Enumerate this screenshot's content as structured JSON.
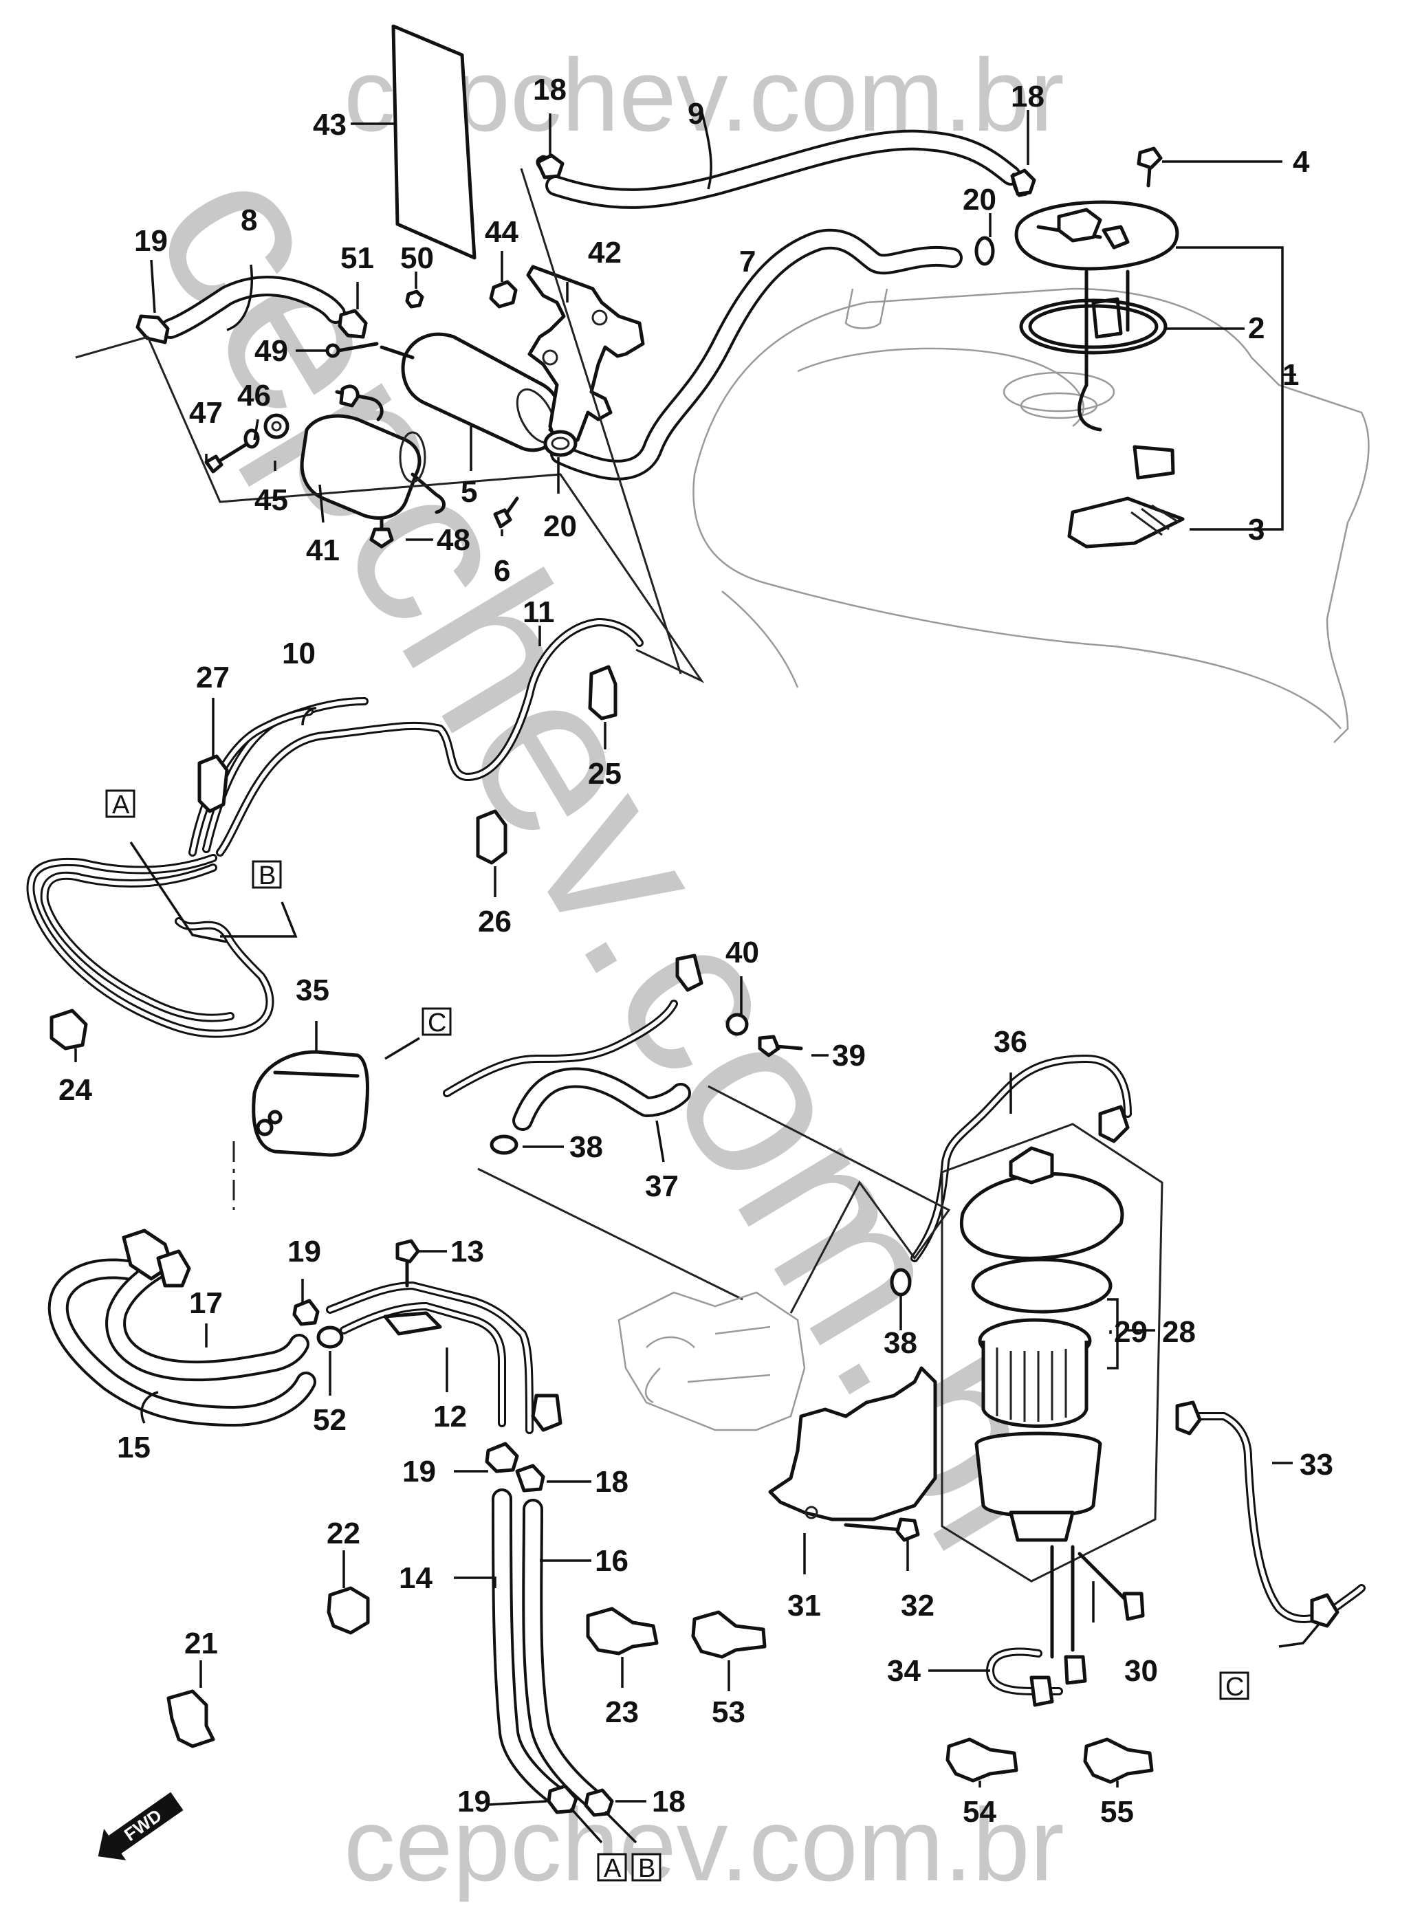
{
  "watermark": {
    "top_text": "cepchev.com.br",
    "bottom_text": "cepchev.com.br",
    "diagonal_text": "cepchev.com.br",
    "color": "#9a9a9a"
  },
  "orientation": {
    "fwd_label": "FWD"
  },
  "reference_markers": [
    "A",
    "B",
    "C"
  ],
  "callouts": [
    "1",
    "2",
    "3",
    "4",
    "5",
    "6",
    "7",
    "8",
    "9",
    "10",
    "11",
    "12",
    "13",
    "14",
    "15",
    "16",
    "17",
    "18",
    "19",
    "20",
    "21",
    "22",
    "23",
    "24",
    "25",
    "26",
    "27",
    "28",
    "29",
    "30",
    "31",
    "32",
    "33",
    "34",
    "35",
    "36",
    "37",
    "38",
    "39",
    "40",
    "41",
    "42",
    "43",
    "44",
    "45",
    "46",
    "47",
    "48",
    "49",
    "50",
    "51",
    "52",
    "53",
    "54",
    "55"
  ]
}
